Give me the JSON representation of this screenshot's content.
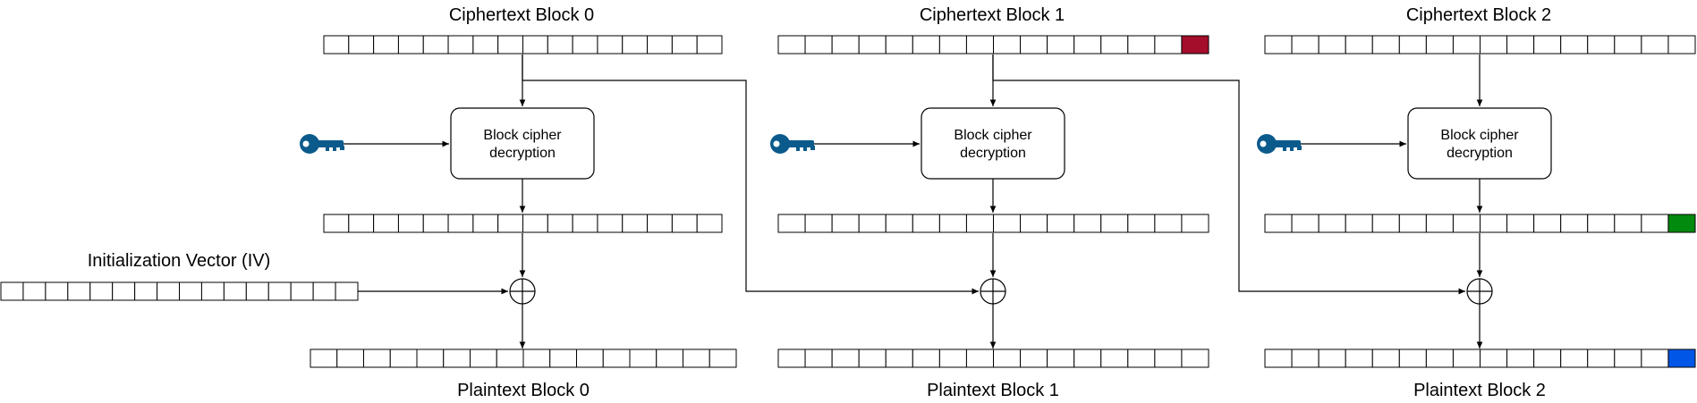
{
  "labels": {
    "ciphertext": [
      "Ciphertext Block 0",
      "Ciphertext Block 1",
      "Ciphertext Block 2"
    ],
    "plaintext": [
      "Plaintext Block 0",
      "Plaintext Block 1",
      "Plaintext Block 2"
    ],
    "iv": "Initialization Vector (IV)",
    "cipher_line1": "Block cipher",
    "cipher_line2": "decryption"
  },
  "colors": {
    "key": "#0b5a8c",
    "ciphertext_last_byte_block1": "#a50e2a",
    "intermediate_last_byte_block2": "#028a0f",
    "plaintext_last_byte_block2": "#0057e7"
  },
  "icons": {
    "key": "key-icon",
    "xor": "xor-circle-icon"
  },
  "cells_per_block": 16
}
